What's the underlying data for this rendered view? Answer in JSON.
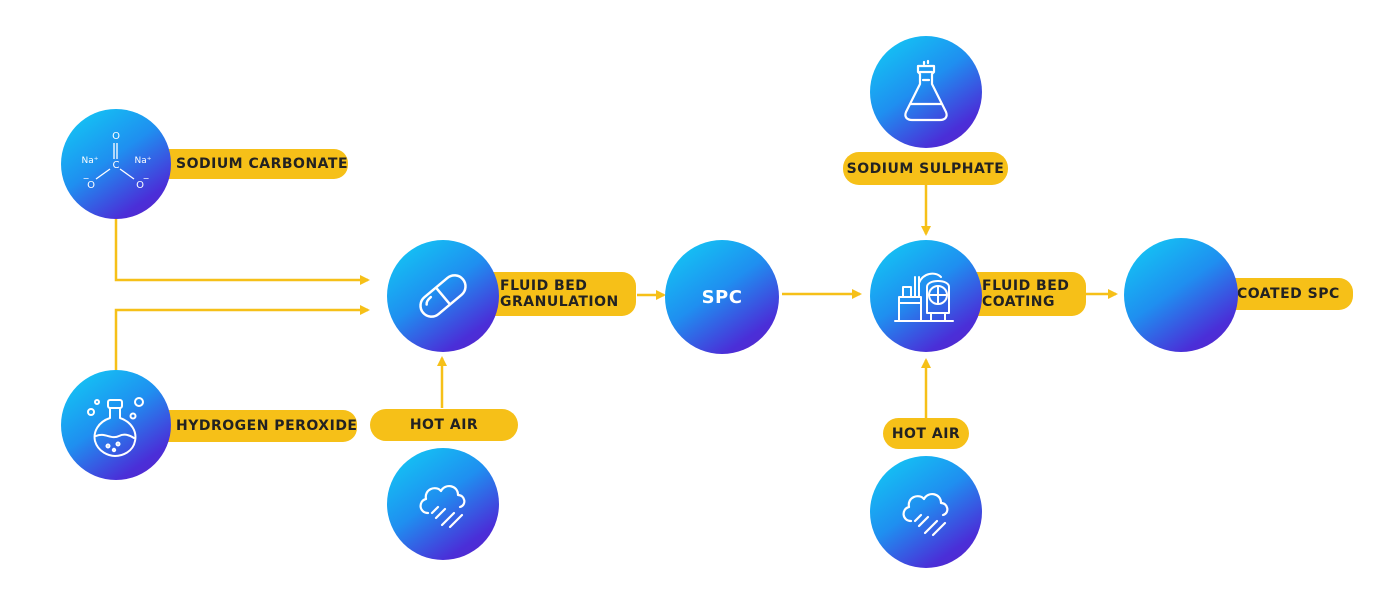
{
  "diagram": {
    "colors": {
      "accent": "#f6c018",
      "circle_light": "#11d0f5",
      "circle_dark": "#5a22c8",
      "text": "#222222"
    },
    "nodes": {
      "sodium_carbonate": {
        "label": "SODIUM CARBONATE",
        "icon": "chemical-structure-icon",
        "formula": {
          "na_left": "Na⁺",
          "na_right": "Na⁺",
          "o_top": "O",
          "c": "C",
          "o_left": "O",
          "o_right": "O",
          "minus": "−"
        }
      },
      "hydrogen_peroxide": {
        "label": "HYDROGEN PEROXIDE",
        "icon": "flask-bubbles-icon"
      },
      "fluid_bed_granulation": {
        "label_line1": "FLUID BED",
        "label_line2": "GRANULATION",
        "icon": "capsule-icon"
      },
      "hot_air_1": {
        "label": "HOT AIR",
        "icon": "steam-cloud-icon"
      },
      "spc": {
        "label": "SPC"
      },
      "sodium_sulphate": {
        "label": "SODIUM SULPHATE",
        "icon": "erlenmeyer-flask-icon"
      },
      "fluid_bed_coating": {
        "label_line1": "FLUID BED",
        "label_line2": "COATING",
        "icon": "industrial-plant-icon"
      },
      "hot_air_2": {
        "label": "HOT AIR",
        "icon": "steam-cloud-icon"
      },
      "coated_spc": {
        "label": "COATED SPC"
      }
    }
  }
}
